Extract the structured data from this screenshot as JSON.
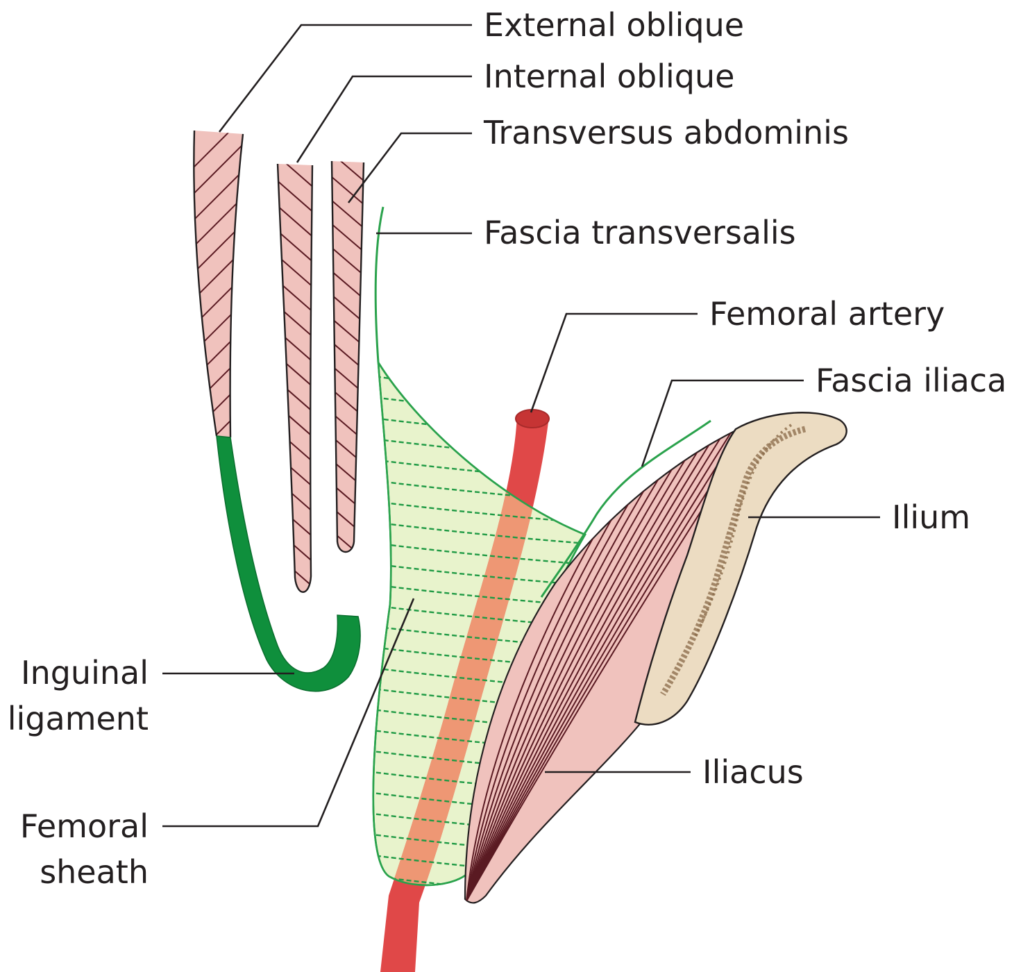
{
  "labels": {
    "external_oblique": "External oblique",
    "internal_oblique": "Internal oblique",
    "transversus_abdominis": "Transversus abdominis",
    "fascia_transversalis": "Fascia transversalis",
    "femoral_artery": "Femoral artery",
    "fascia_iliaca": "Fascia iliaca",
    "ilium": "Ilium",
    "inguinal_ligament_line1": "Inguinal",
    "inguinal_ligament_line2": "ligament",
    "iliacus": "Iliacus",
    "femoral_sheath_line1": "Femoral",
    "femoral_sheath_line2": "sheath"
  },
  "colors": {
    "muscle": "#f0c2bd",
    "muscle_fiber": "#5a1a22",
    "ligament": "#0f8f3c",
    "sheath_fill": "#e8f3cc",
    "sheath_line": "#2aa24c",
    "artery": "#e04848",
    "bone": "#ecdcc2",
    "bone_texture": "#8a6a48",
    "leader": "#231f20"
  }
}
